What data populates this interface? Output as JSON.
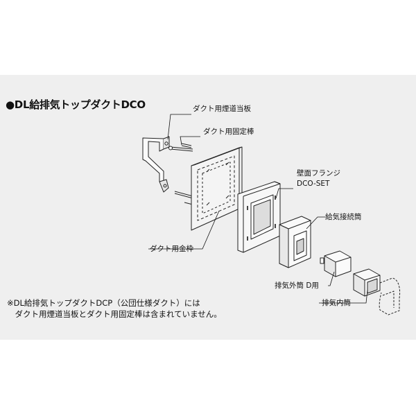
{
  "title": "●DL給排気トップダクトDCO",
  "labels": {
    "duct_smoke_plate": "ダクト用煙道当板",
    "duct_fixing_rod": "ダクト用固定棒",
    "wall_flange_line1": "壁面フランジ",
    "wall_flange_line2": "DCO-SET",
    "exhaust_connection_tube": "給気接続筒",
    "duct_metal_frame": "ダクト用金枠",
    "exhaust_outer_tube": "排気外筒 D用",
    "exhaust_inner_tube": "排気内筒"
  },
  "note": {
    "line1": "※DL給排気トップダクトDCP（公団仕様ダクト）には",
    "line2": "　ダクト用煙道当板とダクト用固定棒は含まれていません。"
  }
}
